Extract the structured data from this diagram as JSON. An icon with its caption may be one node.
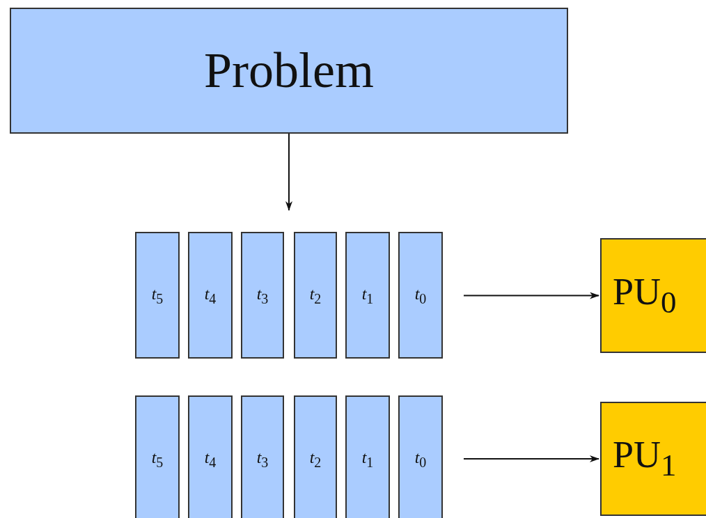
{
  "diagram": {
    "nodes": [
      {
        "text": [
          "Problem"
        ]
      },
      {
        "text": [
          "*t*$_{5}$"
        ]
      },
      {
        "text": [
          "*t*$_{4}$"
        ]
      },
      {
        "text": [
          "*t*$_{3}$"
        ]
      },
      {
        "text": [
          "*t*$_{2}$"
        ]
      },
      {
        "text": [
          "*t*$_{1}$"
        ]
      },
      {
        "text": [
          "*t*$_{0}$"
        ]
      },
      {
        "text": [
          "PU$_{0}$"
        ]
      },
      {
        "text": [
          "*t*$_{5}$"
        ]
      },
      {
        "text": [
          "*t*$_{4}$"
        ]
      },
      {
        "text": [
          "*t*$_{3}$"
        ]
      },
      {
        "text": [
          "*t*$_{2}$"
        ]
      },
      {
        "text": [
          "*t*$_{1}$"
        ]
      },
      {
        "text": [
          "*t*$_{0}$"
        ]
      },
      {
        "text": [
          "PU$_{1}$"
        ]
      }
    ],
    "edges": [
      {
        "from": 0,
        "to": null,
        "arrow": "to"
      },
      {
        "from": 6,
        "to": 7,
        "arrow": "to"
      },
      {
        "from": 13,
        "to": 14,
        "arrow": "to"
      }
    ]
  }
}
